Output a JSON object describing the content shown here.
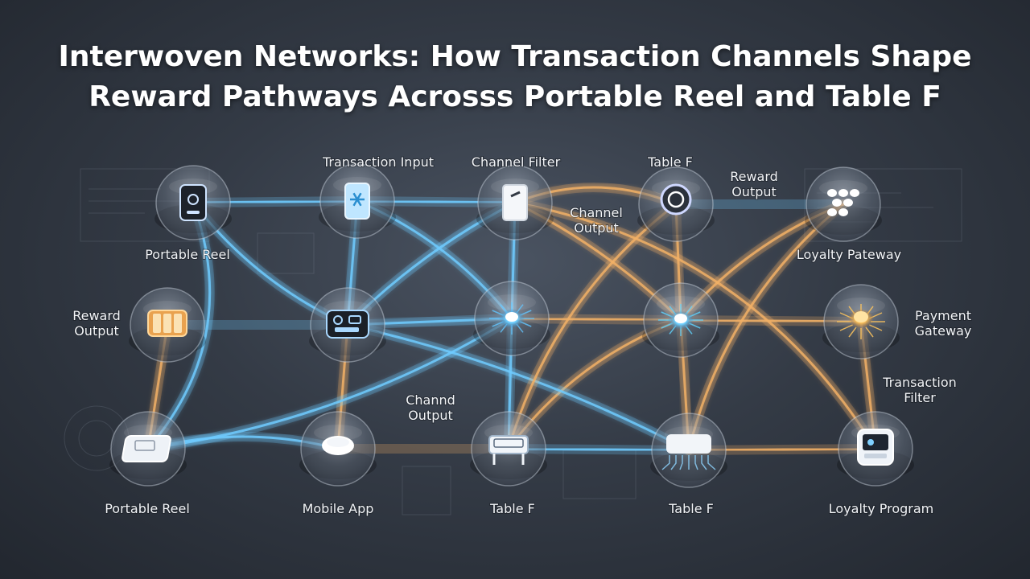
{
  "title": {
    "line1": "Interwoven Networks: How Transaction Channels Shape",
    "line2": "Reward Pathways Acrosss Portable Reel and Table F"
  },
  "nodes": [
    {
      "id": "n-reel-top",
      "label": "Portable Reel",
      "icon": "phone-device-icon",
      "accent": "#cfe4ff"
    },
    {
      "id": "n-tx-input",
      "label": "Transaction Input",
      "icon": "tablet-snowflake-icon",
      "accent": "#7fd0ff"
    },
    {
      "id": "n-channel-filter",
      "label": "Channel Filter",
      "icon": "card-device-icon",
      "accent": "#ffffff"
    },
    {
      "id": "n-table-f-top",
      "label": "Table F",
      "icon": "coin-circle-icon",
      "accent": "#cfd8ff"
    },
    {
      "id": "n-loyalty-pateway",
      "label": "Loyalty Pateway",
      "icon": "token-grid-icon",
      "accent": "#ffffff"
    },
    {
      "id": "n-reward-output-left",
      "label": "Reward Output",
      "icon": "reel-slots-icon",
      "accent": "#f3b765"
    },
    {
      "id": "n-control-panel",
      "label": "",
      "icon": "control-panel-icon",
      "accent": "#a9d8ff"
    },
    {
      "id": "n-hub-blue",
      "label": "",
      "icon": "chip-hub-icon",
      "accent": "#62c6ff"
    },
    {
      "id": "n-hub-center",
      "label": "",
      "icon": "circuit-hub-icon",
      "accent": "#5fd4ff"
    },
    {
      "id": "n-payment-gateway",
      "label": "Payment Gateway",
      "icon": "golden-chip-icon",
      "accent": "#ffc45c"
    },
    {
      "id": "n-reel-bottom",
      "label": "Portable Reel",
      "icon": "card-reader-icon",
      "accent": "#e8edf3"
    },
    {
      "id": "n-mobile-app",
      "label": "Mobile App",
      "icon": "puck-icon",
      "accent": "#ffffff"
    },
    {
      "id": "n-table-f-a",
      "label": "Table F",
      "icon": "table-icon",
      "accent": "#dfe8f5"
    },
    {
      "id": "n-table-f-b",
      "label": "Table F",
      "icon": "circuit-pad-icon",
      "accent": "#e6ebf2"
    },
    {
      "id": "n-loyalty-program",
      "label": "Loyalty Program",
      "icon": "terminal-icon",
      "accent": "#cfe4ff"
    }
  ],
  "edge_labels": [
    {
      "id": "el-reward-output-top",
      "lines": [
        "Reward",
        "Output"
      ]
    },
    {
      "id": "el-channel-output-top",
      "lines": [
        "Channel",
        "Output"
      ]
    },
    {
      "id": "el-channd-output",
      "lines": [
        "Channd",
        "Output"
      ]
    },
    {
      "id": "el-transaction-filter",
      "lines": [
        "Transaction",
        "Filter"
      ]
    }
  ],
  "colors": {
    "blue_link": "#6fcbff",
    "orange_link": "#f2b066",
    "node_glass": "#8d98a8"
  }
}
